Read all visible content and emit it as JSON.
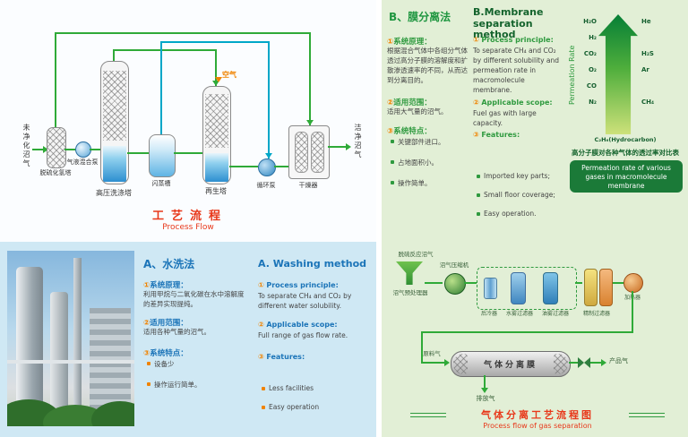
{
  "process_flow": {
    "inlet": "未净化沼气",
    "outlet": "洁净沼气",
    "air": "空气",
    "equipment": [
      "脱硫化氢塔",
      "气液混合泵",
      "高压洗涤塔",
      "闪蒸槽",
      "再生塔",
      "循环泵",
      "干燥器"
    ],
    "title_cn": "工艺流程",
    "title_en": "Process Flow"
  },
  "washing": {
    "title_cn": "A、水洗法",
    "title_en": "A. Washing method",
    "cn": {
      "s1_num": "①",
      "s1_label": "系统原理：",
      "s1_body": "利用甲烷与二氧化碳在水中溶解度的差异实现提纯。",
      "s2_num": "②",
      "s2_label": "适用范围：",
      "s2_body": "适用各种气量的沼气。",
      "s3_num": "③",
      "s3_label": "系统特点：",
      "items": [
        "设备少",
        "操作运行简单。"
      ]
    },
    "en": {
      "s1_num": "①",
      "s1_label": "Process principle:",
      "s1_body": "To separate CH₄ and CO₂ by different water solubility.",
      "s2_num": "②",
      "s2_label": "Applicable scope:",
      "s2_body": "Full range of gas flow rate.",
      "s3_num": "③",
      "s3_label": "Features:",
      "items": [
        "Less facilities",
        "Easy operation"
      ]
    }
  },
  "membrane": {
    "title_cn": "B、膜分离法",
    "title_en": "B.Membrane separation method",
    "cn": {
      "s1_num": "①",
      "s1_label": "系统原理：",
      "s1_body": "根据混合气体中各组分气体透过高分子膜的溶解度和扩散渗透速率的不同，从而达到分离目的。",
      "s2_num": "②",
      "s2_label": "适用范围：",
      "s2_body": "适用大气量的沼气。",
      "s3_num": "③",
      "s3_label": "系统特点：",
      "items": [
        "关键部件进口。",
        "占地面积小。",
        "操作简单。"
      ]
    },
    "en": {
      "s1_num": "①",
      "s1_label": "Process principle:",
      "s1_body": "To separate CH₄ and CO₂ by different solubility and permeation rate in macromolecule membrane.",
      "s2_num": "②",
      "s2_label": "Applicable scope:",
      "s2_body": "Fuel gas with large capacity.",
      "s3_num": "③",
      "s3_label": "Features:",
      "items": [
        "Imported key parts;",
        "Small floor coverage;",
        "Easy operation."
      ]
    },
    "chart": {
      "axis": "Permeation Rate",
      "left": [
        "H₂O",
        "H₂",
        "CO₂",
        "O₂",
        "CO",
        "N₂"
      ],
      "right": [
        "He",
        "H₂S",
        "Ar",
        "CH₄"
      ],
      "bottom": "C₂H₆(Hydrocarbon)",
      "caption_cn": "高分子膜对各种气体的透过率对比表",
      "caption_en": "Permeation rate of various gases in macromolecule membrane"
    }
  },
  "membrane_flow": {
    "feed_source": "脱硫反应沼气",
    "pretreater": "沼气预处理器",
    "compressor": "沼气压缩机",
    "cooler": "后冷器",
    "water_filter": "水雾过滤器",
    "oil_filter": "油雾过滤器",
    "fine_filter": "精制过滤器",
    "heater": "加热器",
    "membrane_unit": "气体分离膜",
    "feed_gas": "原料气",
    "vent": "排放气",
    "product": "产品气",
    "title_cn": "气体分离工艺流程图",
    "title_en": "Process flow of gas separation"
  }
}
